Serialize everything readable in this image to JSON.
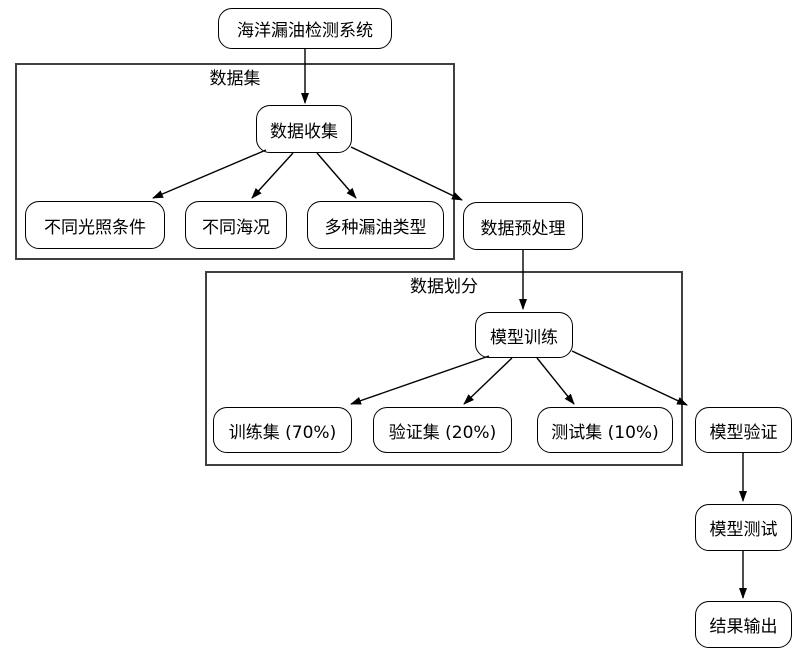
{
  "diagram": {
    "type": "flowchart",
    "background_color": "#ffffff",
    "node_fill_color": "#ffffff",
    "node_border_color": "#000000",
    "cluster_border_color": "#404040",
    "edge_color": "#000000",
    "clusters": {
      "dataset": {
        "label": "数据集"
      },
      "partition": {
        "label": "数据划分"
      }
    },
    "nodes": {
      "root": {
        "label": "海洋漏油检测系统"
      },
      "collect": {
        "label": "数据收集"
      },
      "lighting": {
        "label": "不同光照条件"
      },
      "sea": {
        "label": "不同海况"
      },
      "spill_types": {
        "label": "多种漏油类型"
      },
      "preprocess": {
        "label": "数据预处理"
      },
      "train": {
        "label": "模型训练"
      },
      "train_set": {
        "label": "训练集 (70%)"
      },
      "val_set": {
        "label": "验证集 (20%)"
      },
      "test_set": {
        "label": "测试集 (10%)"
      },
      "validate": {
        "label": "模型验证"
      },
      "test": {
        "label": "模型测试"
      },
      "output": {
        "label": "结果输出"
      }
    },
    "edges": [
      {
        "from": "root",
        "to": "collect"
      },
      {
        "from": "collect",
        "to": "lighting"
      },
      {
        "from": "collect",
        "to": "sea"
      },
      {
        "from": "collect",
        "to": "spill_types"
      },
      {
        "from": "collect",
        "to": "preprocess"
      },
      {
        "from": "preprocess",
        "to": "train"
      },
      {
        "from": "train",
        "to": "train_set"
      },
      {
        "from": "train",
        "to": "val_set"
      },
      {
        "from": "train",
        "to": "test_set"
      },
      {
        "from": "train",
        "to": "validate"
      },
      {
        "from": "validate",
        "to": "test"
      },
      {
        "from": "test",
        "to": "output"
      }
    ]
  }
}
